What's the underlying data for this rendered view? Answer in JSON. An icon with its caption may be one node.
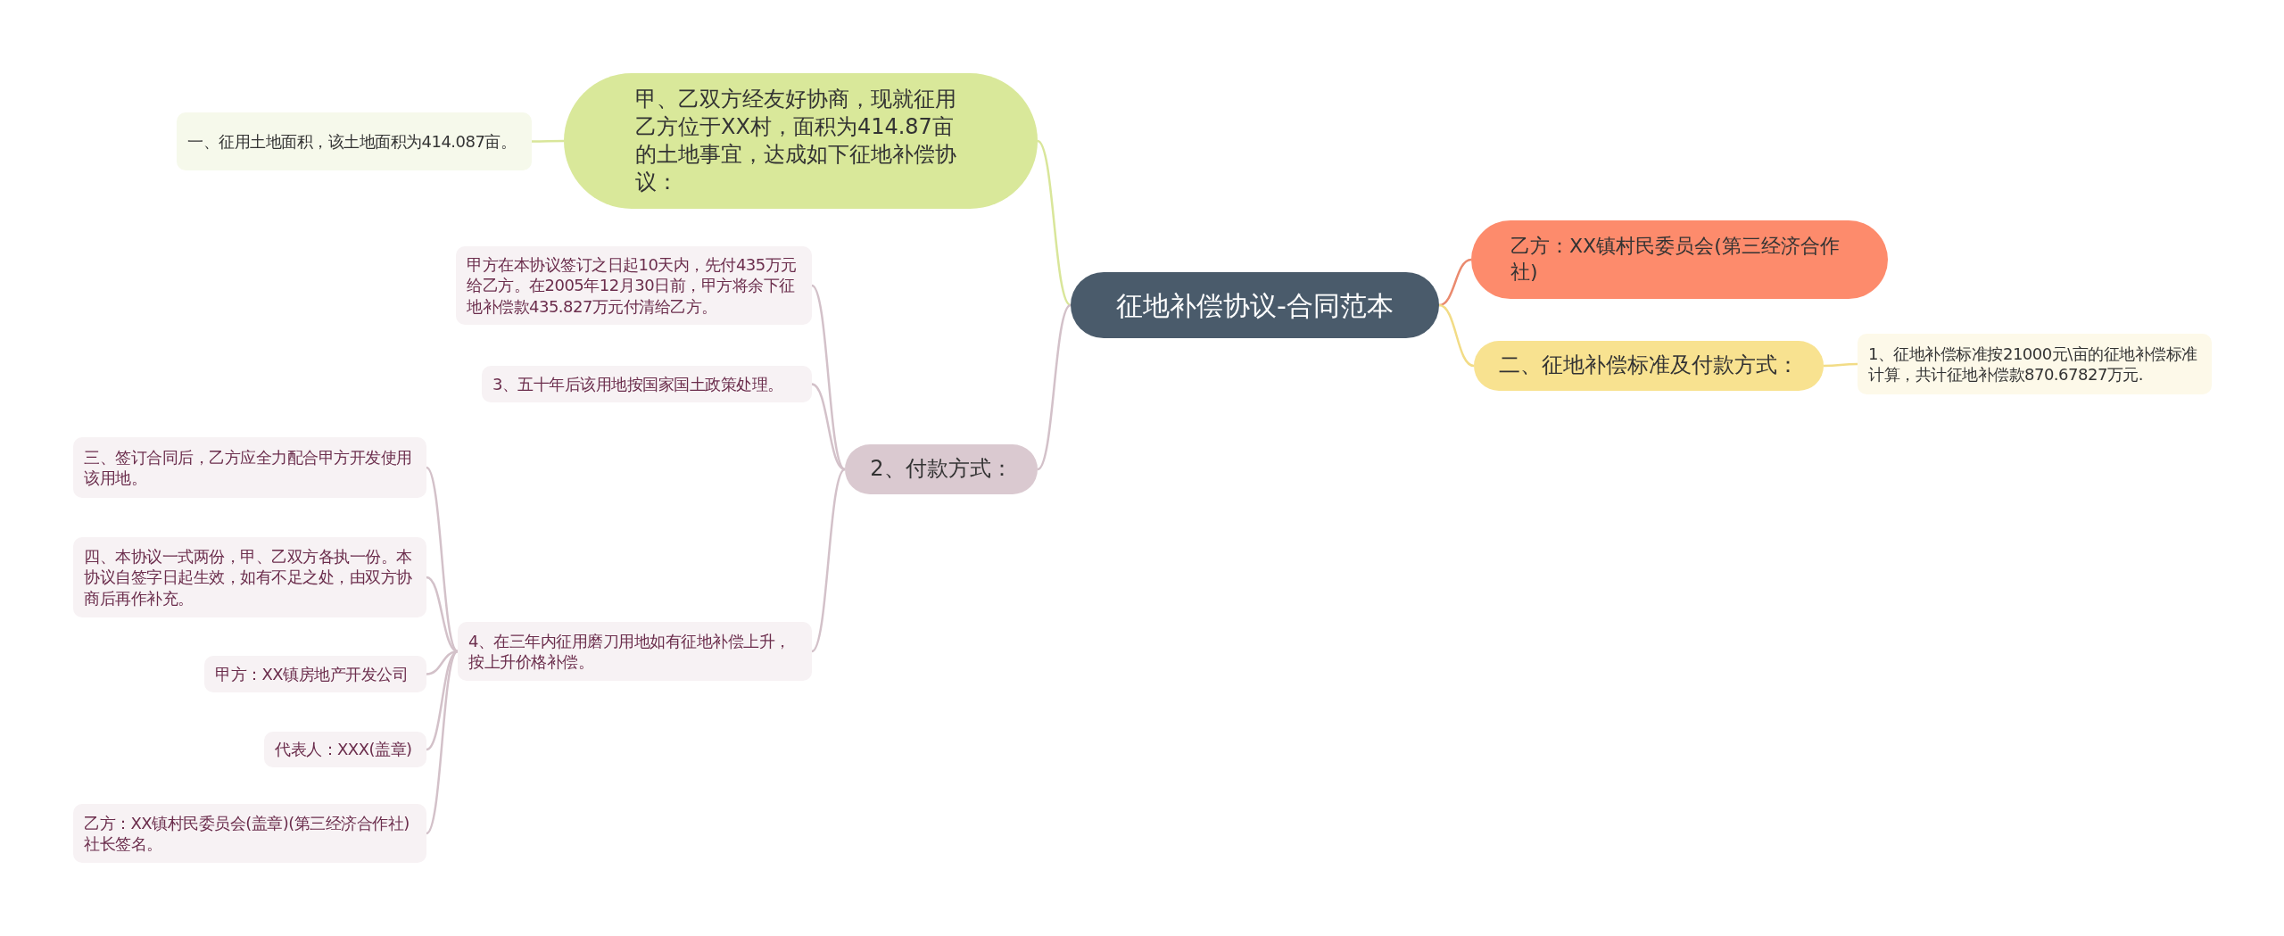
{
  "diagram": {
    "nodes": [
      {
        "text": [
          "征地补偿协议-合同范本"
        ]
      },
      {
        "text": [
          "甲、乙双方经友好协商，现就征用乙方位于XX村，面积为414.87亩的土地事宜，达成如下征地补偿协议："
        ]
      },
      {
        "text": [
          "一、征用土地面积，该土地面积为414.087亩。"
        ]
      },
      {
        "text": [
          "乙方：XX镇村民委员会(第三经济合作社)"
        ]
      },
      {
        "text": [
          "二、征地补偿标准及付款方式："
        ]
      },
      {
        "text": [
          "1、征地补偿标准按21000元\\亩的征地补偿标准计算，共计征地补偿款870.67827万元."
        ]
      },
      {
        "text": [
          "2、付款方式："
        ]
      },
      {
        "text": [
          "甲方在本协议签订之日起10天内，先付435万元给乙方。在2005年12月30日前，甲方将余下征地补偿款435.827万元付清给乙方。"
        ]
      },
      {
        "text": [
          "3、五十年后该用地按国家国土政策处理。"
        ]
      },
      {
        "text": [
          "4、在三年内征用磨刀用地如有征地补偿上升，按上升价格补偿。"
        ]
      },
      {
        "text": [
          "三、签订合同后，乙方应全力配合甲方开发使用该用地。"
        ]
      },
      {
        "text": [
          "四、本协议一式两份，甲、乙双方各执一份。本协议自签字日起生效，如有不足之处，由双方协商后再作补充。"
        ]
      },
      {
        "text": [
          "甲方：XX镇房地产开发公司"
        ]
      },
      {
        "text": [
          "代表人：XXX(盖章)"
        ]
      },
      {
        "text": [
          "乙方：XX镇村民委员会(盖章)(第三经济合作社)社长签名。"
        ]
      }
    ],
    "edges": [
      {
        "from": 0,
        "to": 1,
        "arrow": "none",
        "color": "#d9e69a"
      },
      {
        "from": 1,
        "to": 2,
        "arrow": "none",
        "color": "#d9e69a"
      },
      {
        "from": 0,
        "to": 3,
        "arrow": "none",
        "color": "#ea8a6e"
      },
      {
        "from": 0,
        "to": 4,
        "arrow": "none",
        "color": "#f2dc86"
      },
      {
        "from": 4,
        "to": 5,
        "arrow": "none",
        "color": "#f2dc86"
      },
      {
        "from": 0,
        "to": 6,
        "arrow": "none"
      },
      {
        "from": 6,
        "to": 7,
        "arrow": "none"
      },
      {
        "from": 6,
        "to": 8,
        "arrow": "none"
      },
      {
        "from": 6,
        "to": 9,
        "arrow": "none"
      },
      {
        "from": 9,
        "to": 10,
        "arrow": "none"
      },
      {
        "from": 9,
        "to": 11,
        "arrow": "none"
      },
      {
        "from": 9,
        "to": 12,
        "arrow": "none"
      },
      {
        "from": 9,
        "to": 13,
        "arrow": "none"
      },
      {
        "from": 9,
        "to": 14,
        "arrow": "none"
      }
    ]
  }
}
